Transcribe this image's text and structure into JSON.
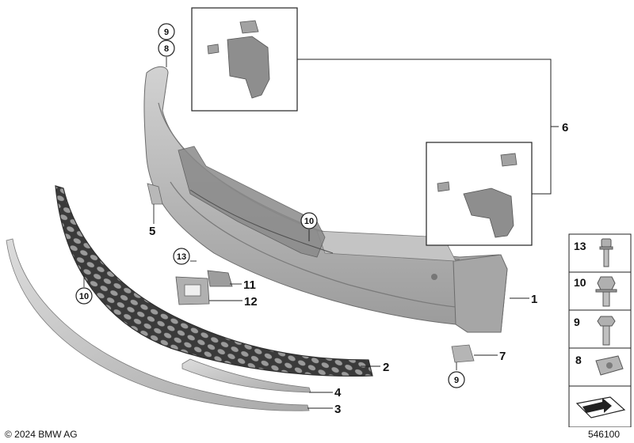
{
  "callouts": [
    {
      "id": "1",
      "text": "1"
    },
    {
      "id": "2",
      "text": "2"
    },
    {
      "id": "3",
      "text": "3"
    },
    {
      "id": "4",
      "text": "4"
    },
    {
      "id": "5",
      "text": "5"
    },
    {
      "id": "6",
      "text": "6"
    },
    {
      "id": "7",
      "text": "7"
    },
    {
      "id": "11",
      "text": "11"
    },
    {
      "id": "12",
      "text": "12"
    }
  ],
  "circled_callouts": [
    {
      "id": "9-top",
      "text": "9"
    },
    {
      "id": "8-top",
      "text": "8"
    },
    {
      "id": "10-right",
      "text": "10"
    },
    {
      "id": "13",
      "text": "13"
    },
    {
      "id": "10-left",
      "text": "10"
    },
    {
      "id": "9-bottom",
      "text": "9"
    }
  ],
  "fastener_legend": [
    {
      "number": "13",
      "icon": "bolt-with-washer-icon"
    },
    {
      "number": "10",
      "icon": "hex-flange-bolt-icon"
    },
    {
      "number": "9",
      "icon": "hex-bolt-icon"
    },
    {
      "number": "8",
      "icon": "clip-nut-icon"
    },
    {
      "number": "",
      "icon": "arrow-symbol-icon"
    }
  ],
  "footer": {
    "copyright": "© 2024 BMW AG",
    "diagram_id": "546100"
  }
}
